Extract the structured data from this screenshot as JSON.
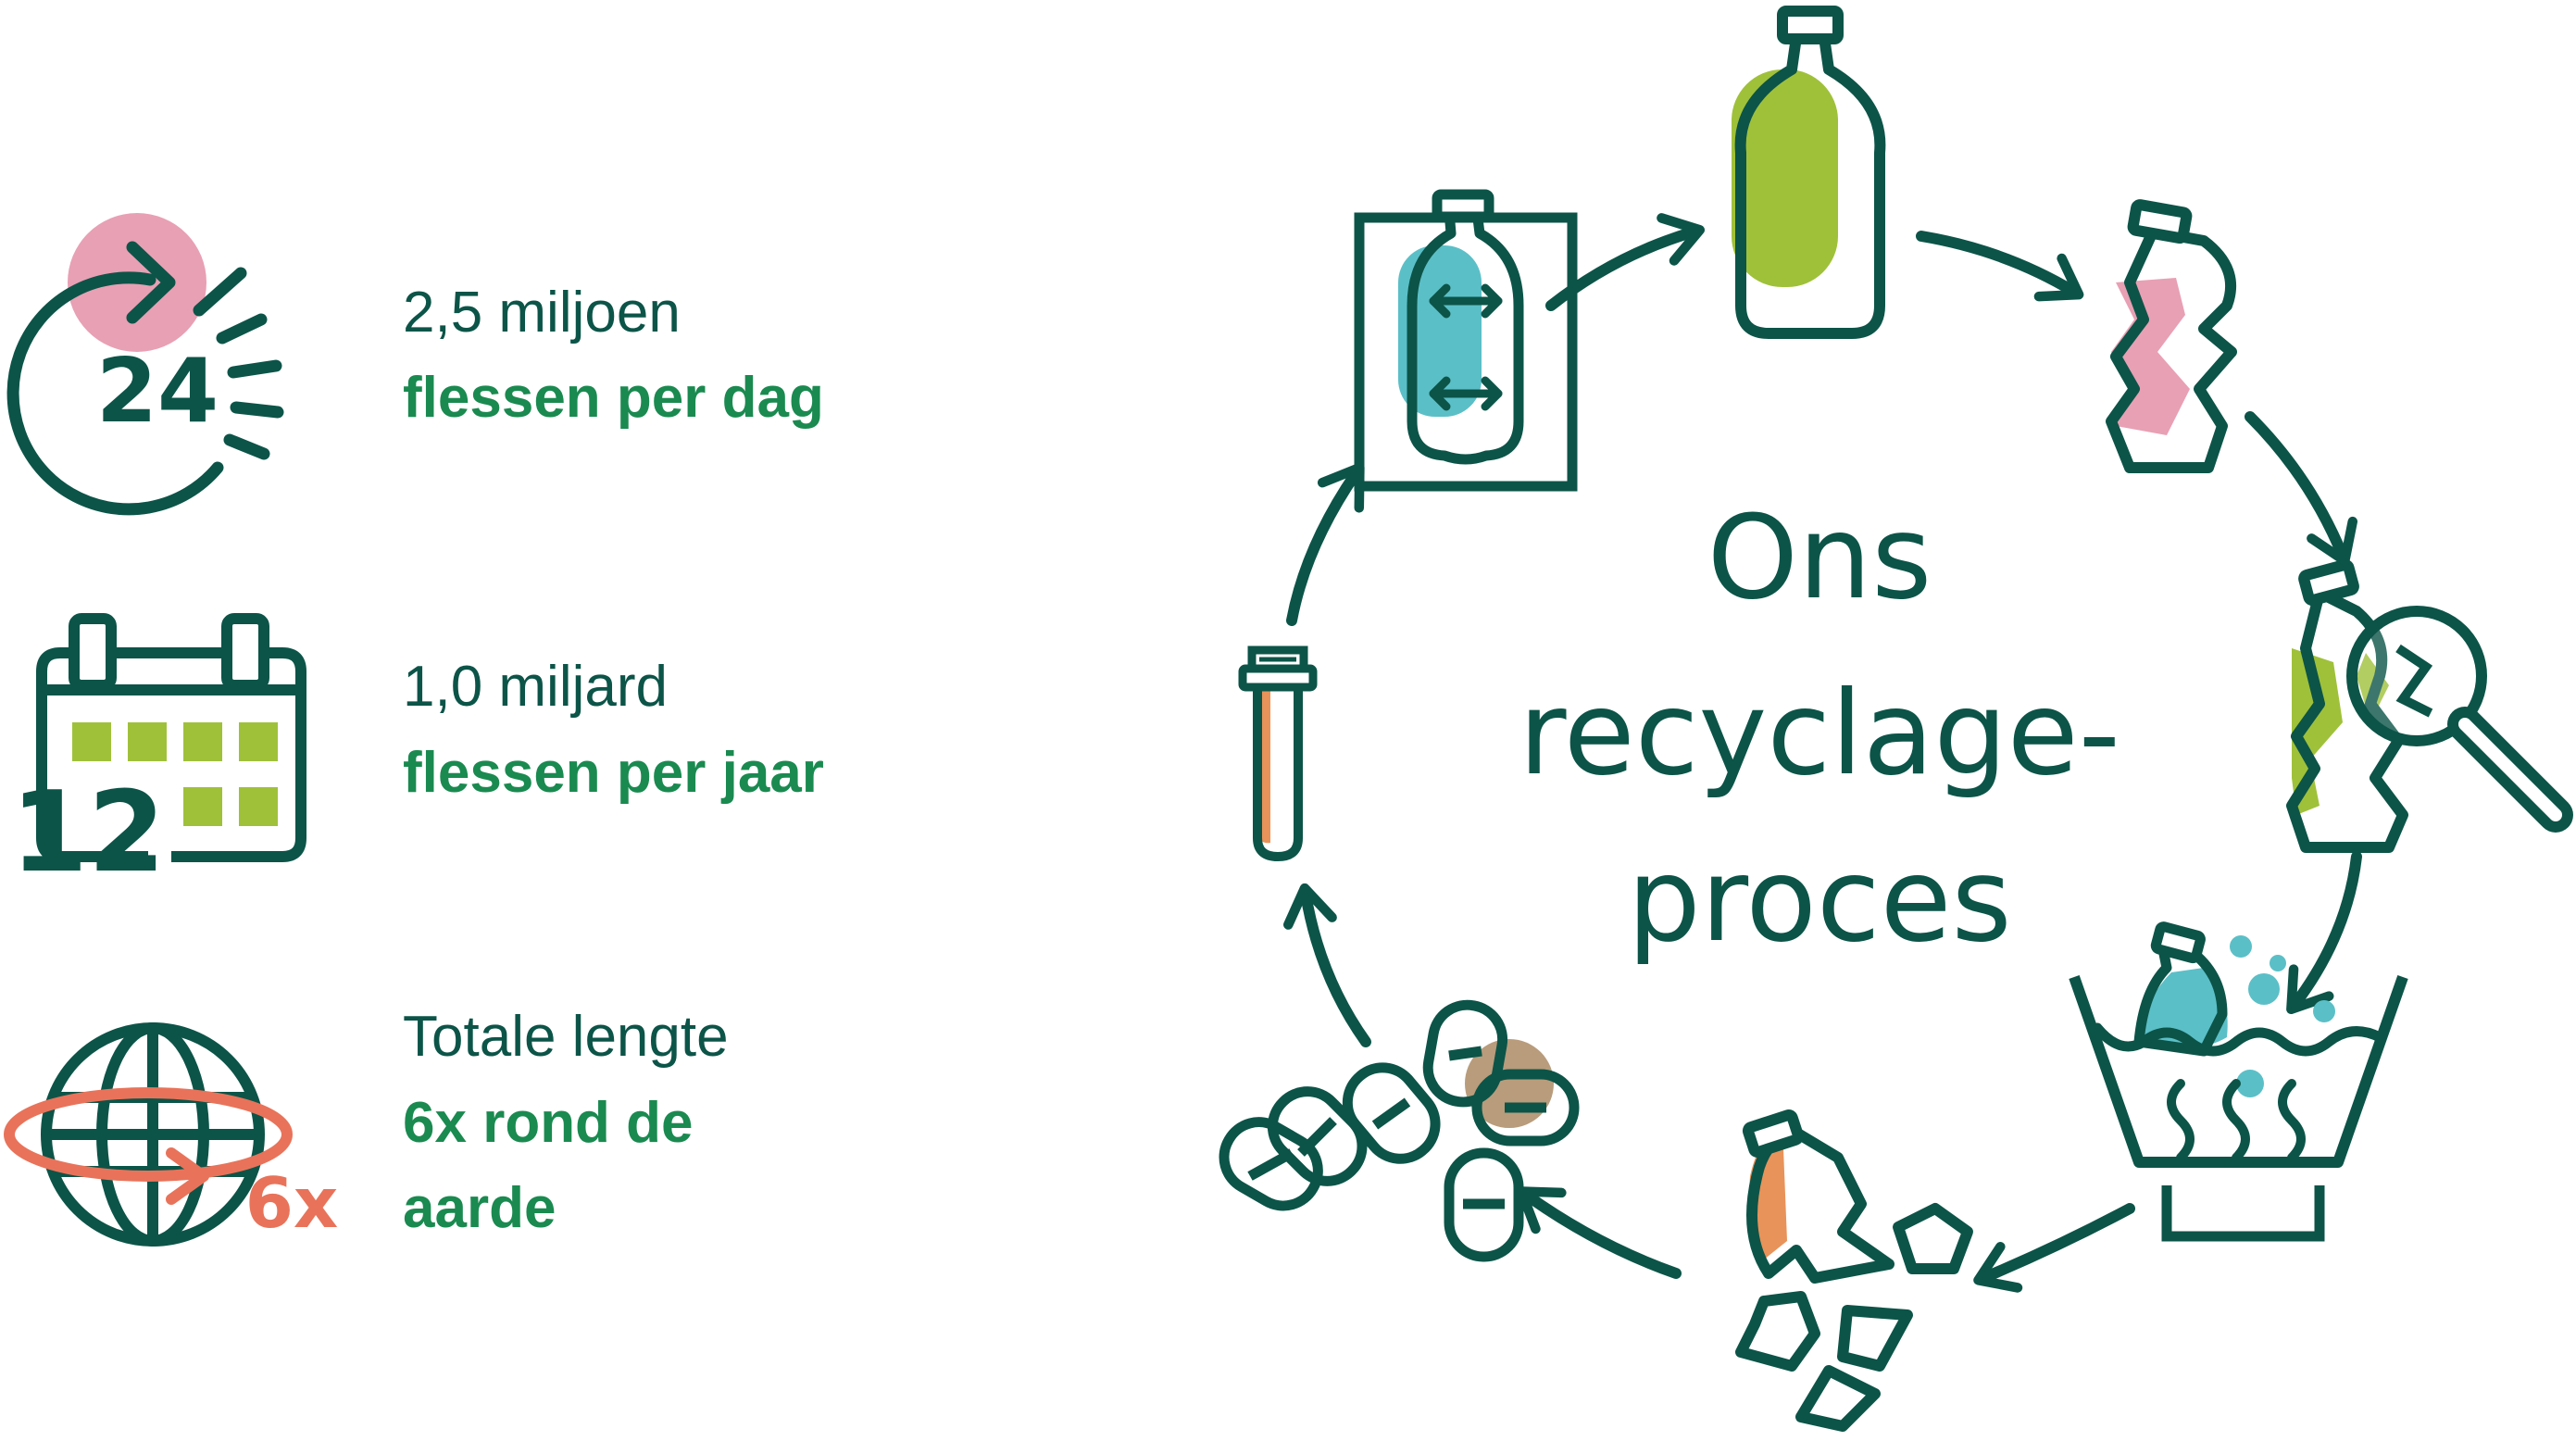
{
  "colors": {
    "dark": "#0c5448",
    "green_text": "#1a8a50",
    "lime": "#9fc13a",
    "pink": "#e8a0b4",
    "teal": "#5bbfc7",
    "orange": "#e8935a",
    "coral": "#e8735a",
    "tan": "#b89c7c"
  },
  "stats": [
    {
      "line1": "2,5 miljoen",
      "line2": "flessen per dag",
      "icon": "clock-24-icon",
      "icon_number": "24"
    },
    {
      "line1": "1,0 miljard",
      "line2": "flessen per jaar",
      "icon": "calendar-12-icon",
      "icon_number": "12"
    },
    {
      "line1": "Totale lengte",
      "line2": "6x rond de",
      "line3": "aarde",
      "icon": "globe-icon",
      "icon_number": "6x"
    }
  ],
  "diagram": {
    "title_lines": [
      "Ons",
      "recyclage-",
      "proces"
    ],
    "steps": [
      {
        "name": "bottle",
        "icon": "bottle-icon"
      },
      {
        "name": "crushed-bottle",
        "icon": "crushed-bottle-icon"
      },
      {
        "name": "inspection",
        "icon": "magnifier-bottle-icon"
      },
      {
        "name": "washing",
        "icon": "wash-basin-icon"
      },
      {
        "name": "shredding",
        "icon": "flakes-icon"
      },
      {
        "name": "pellets",
        "icon": "pellets-icon"
      },
      {
        "name": "preform",
        "icon": "preform-icon"
      },
      {
        "name": "blow-molding",
        "icon": "mold-bottle-icon"
      }
    ]
  }
}
